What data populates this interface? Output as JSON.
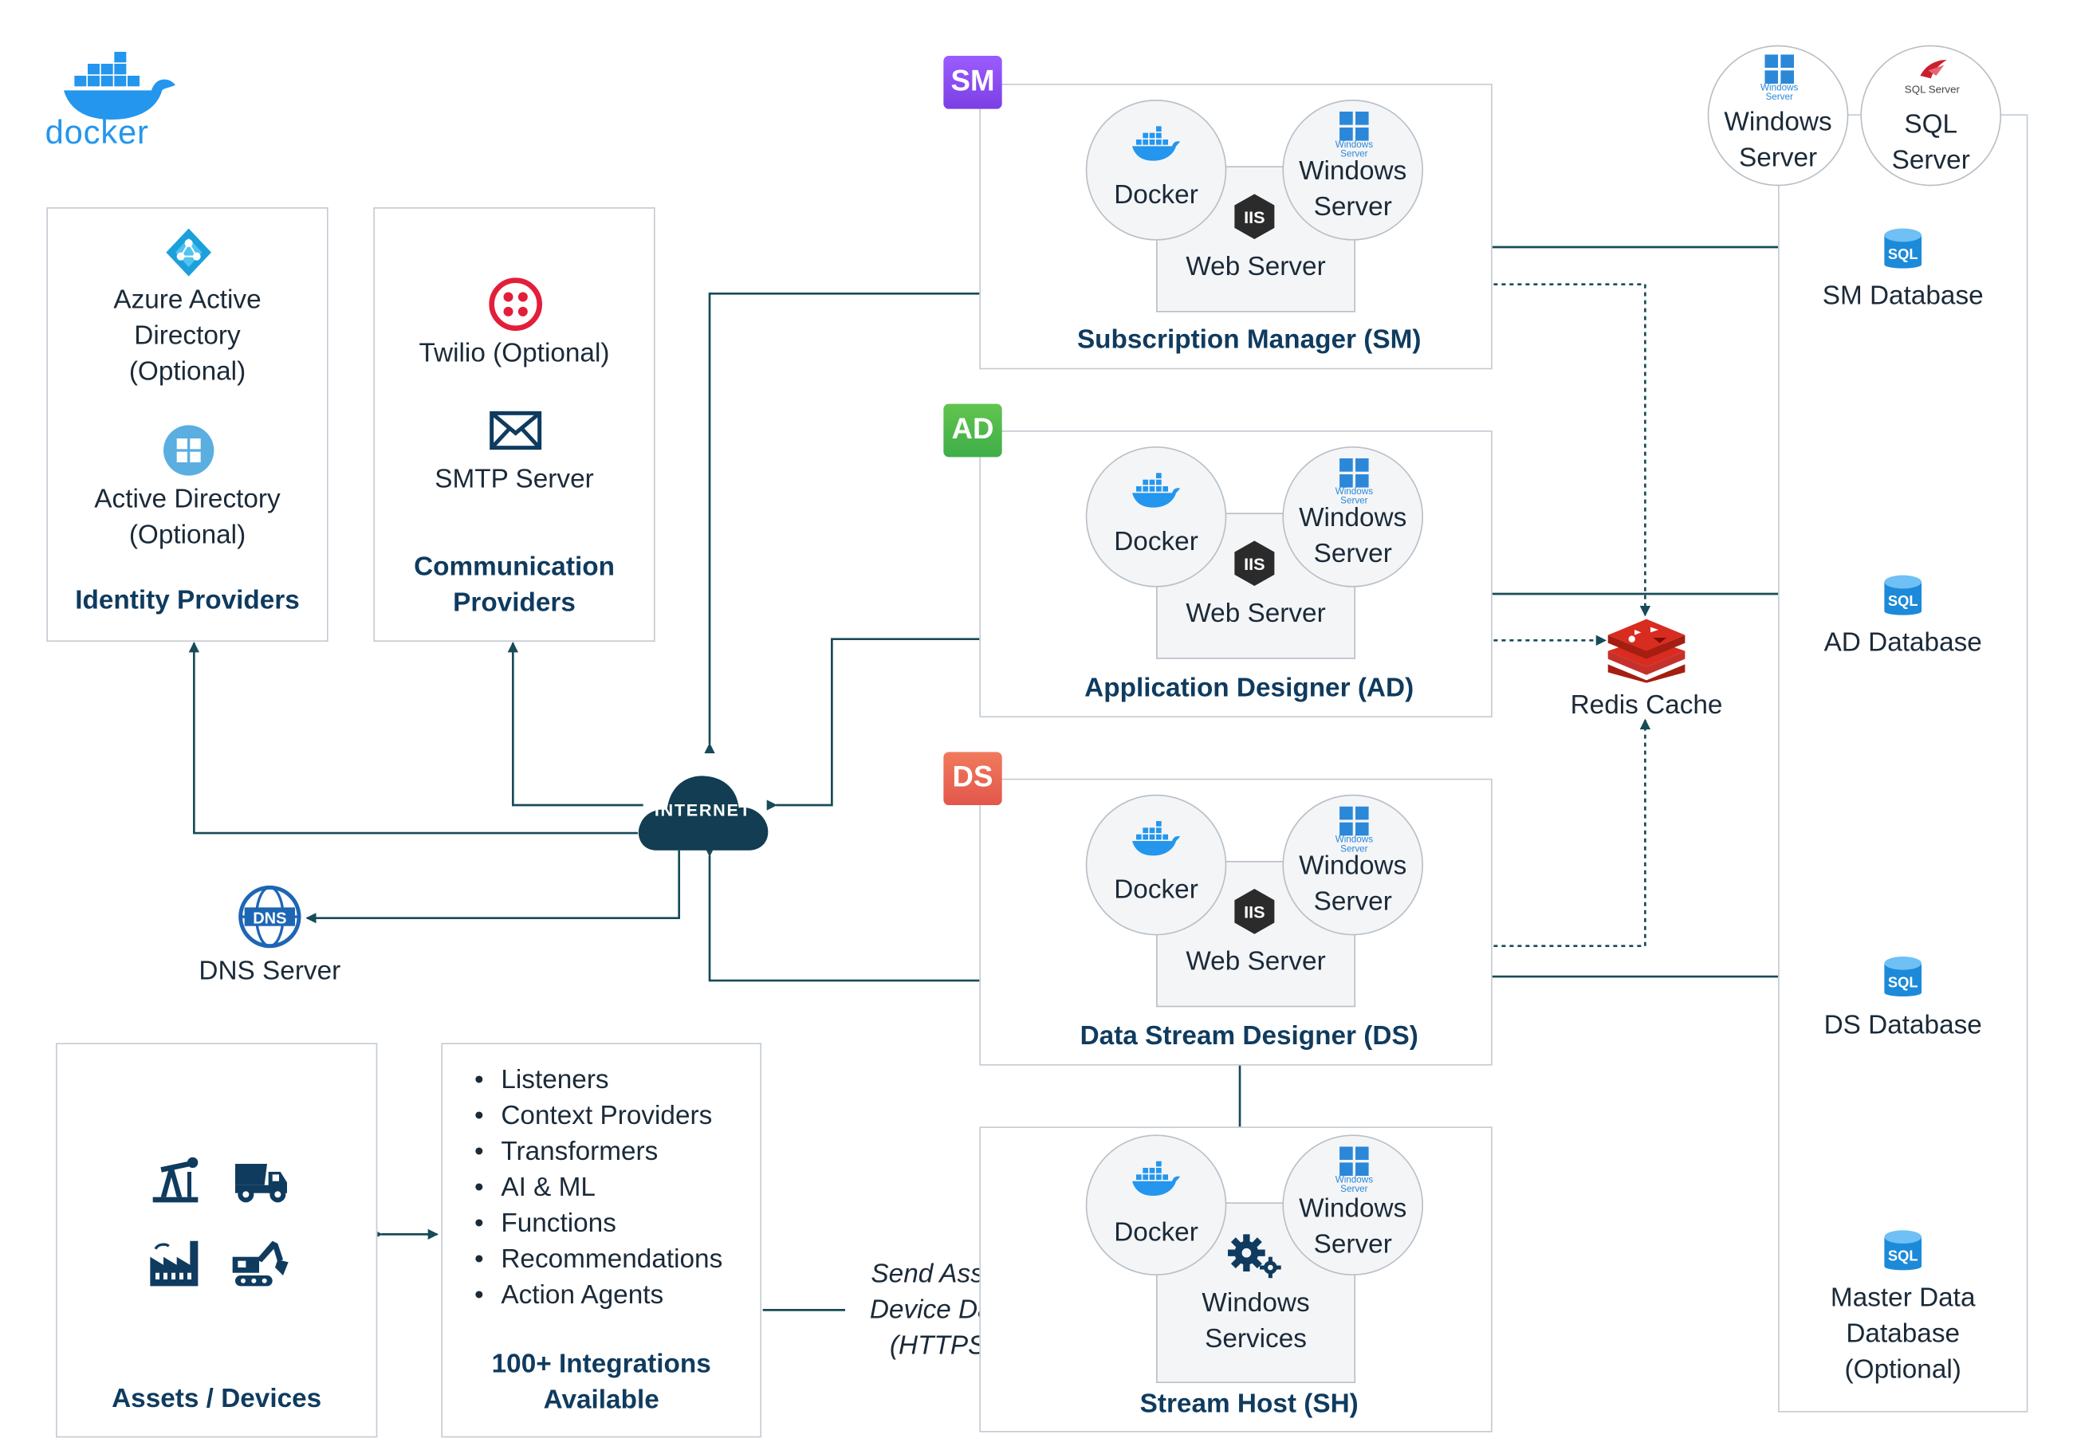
{
  "colors": {
    "docker_blue": "#2496ed",
    "navy": "#0f3b5f",
    "line": "#174b57",
    "sm_badge": "#7b3fe4",
    "ad_badge": "#3fae49",
    "ds_badge": "#e2574c",
    "redis": "#d82c20",
    "twilio": "#e31e3a"
  },
  "logo": {
    "text": "docker"
  },
  "identity": {
    "title": "Identity Providers",
    "azure_ad": "Azure Active\nDirectory\n(Optional)",
    "active_directory": "Active Directory\n(Optional)",
    "icons": [
      "azure-ad-icon",
      "windows-tile-icon"
    ]
  },
  "communication": {
    "title": "Communication\nProviders",
    "twilio": "Twilio (Optional)",
    "smtp": "SMTP Server",
    "icons": [
      "twilio-icon",
      "envelope-icon"
    ]
  },
  "internet": {
    "label": "INTERNET"
  },
  "dns": {
    "label": "DNS Server"
  },
  "assets": {
    "title": "Assets / Devices",
    "icons": [
      "oil-pump-icon",
      "dump-truck-icon",
      "factory-icon",
      "excavator-icon"
    ]
  },
  "integrations": {
    "items": [
      "Listeners",
      "Context Providers",
      "Transformers",
      "AI & ML",
      "Functions",
      "Recommendations",
      "Action Agents"
    ],
    "title": "100+ Integrations\nAvailable"
  },
  "send_label": "Send Asset/\nDevice Data\n(HTTPS)",
  "services": [
    {
      "badge": "SM",
      "title": "Subscription Manager (SM)",
      "docker": "Docker",
      "windows": "Windows\nServer",
      "server": "Web Server",
      "server_icon": "IIS"
    },
    {
      "badge": "AD",
      "title": "Application Designer (AD)",
      "docker": "Docker",
      "windows": "Windows\nServer",
      "server": "Web Server",
      "server_icon": "IIS"
    },
    {
      "badge": "DS",
      "title": "Data Stream Designer (DS)",
      "docker": "Docker",
      "windows": "Windows\nServer",
      "server": "Web Server",
      "server_icon": "IIS"
    },
    {
      "badge": "",
      "title": "Stream Host (SH)",
      "docker": "Docker",
      "windows": "Windows\nServer",
      "server": "Windows\nServices",
      "server_icon": "gears-icon"
    }
  ],
  "windows_small_text": "Windows\nServer",
  "redis": {
    "label": "Redis Cache"
  },
  "database_host": {
    "windows": "Windows\nServer",
    "sql": "SQL\nServer",
    "sql_small": "SQL Server",
    "databases": [
      "SM Database",
      "AD Database",
      "DS Database",
      "Master Data\nDatabase\n(Optional)"
    ],
    "db_icon_text": "SQL"
  }
}
